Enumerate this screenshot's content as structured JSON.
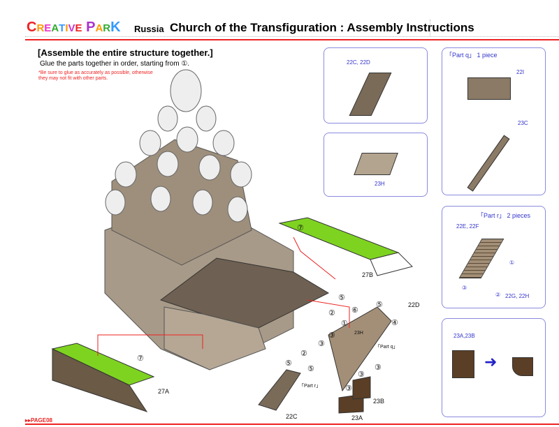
{
  "header": {
    "logo": "CREATIVE PARK",
    "country": "Russia",
    "title": "Church of the Transfiguration : Assembly Instructions"
  },
  "instructions": {
    "heading": "[Assemble the entire structure together.]",
    "subtext": "Glue the parts together in order, starting from ①.",
    "note": "*Be sure to glue as accurately as possible, otherwise they may not fit with other parts."
  },
  "panels": {
    "p1": {
      "label": "22C, 22D"
    },
    "p2": {
      "label": "23H"
    },
    "p3": {
      "title": "「Part q」 1 piece",
      "label_a": "22I",
      "label_b": "23C"
    },
    "p4": {
      "title": "「Part r」 2 pieces",
      "label_a": "22E, 22F",
      "label_b": "22G, 22H",
      "steps": [
        "①",
        "②",
        "③"
      ]
    },
    "p5": {
      "label": "23A,23B"
    }
  },
  "diagram": {
    "parts": [
      "27B",
      "22D",
      "27A",
      "22C",
      "23A",
      "23B",
      "23H",
      "「Part q」",
      "「Part r」"
    ],
    "steps": [
      "⑦",
      "⑦",
      "⑤",
      "⑥",
      "②",
      "①",
      "③",
      "④",
      "⑤",
      "②",
      "⑤",
      "③",
      "③",
      "③",
      "⑤",
      "③"
    ]
  },
  "footer": {
    "page": "▸▸PAGE08"
  },
  "colors": {
    "accent": "#e22",
    "panel_border": "#8a8ae0",
    "label": "#33c",
    "green": "#7ed321",
    "wood": "#8b7a66"
  }
}
